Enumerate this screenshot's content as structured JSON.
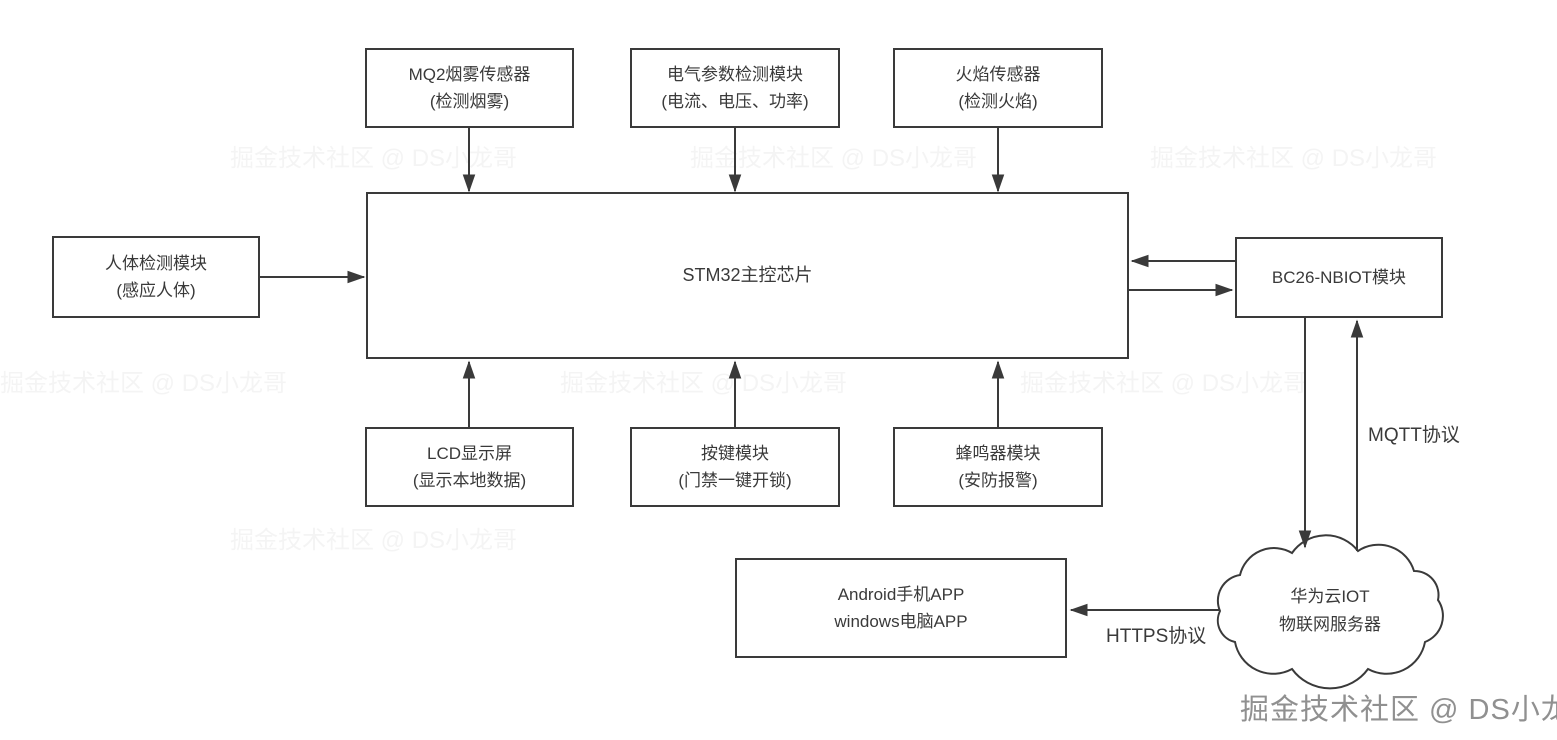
{
  "diagram": {
    "nodes": {
      "mq2": {
        "line1": "MQ2烟雾传感器",
        "line2": "(检测烟雾)"
      },
      "electrical": {
        "line1": "电气参数检测模块",
        "line2": "(电流、电压、功率)"
      },
      "flame": {
        "line1": "火焰传感器",
        "line2": "(检测火焰)"
      },
      "human": {
        "line1": "人体检测模块",
        "line2": "(感应人体)"
      },
      "stm32": {
        "line1": "STM32主控芯片"
      },
      "bc26": {
        "line1": "BC26-NBIOT模块"
      },
      "lcd": {
        "line1": "LCD显示屏",
        "line2": "(显示本地数据)"
      },
      "keypad": {
        "line1": "按键模块",
        "line2": "(门禁一键开锁)"
      },
      "buzzer": {
        "line1": "蜂鸣器模块",
        "line2": "(安防报警)"
      },
      "app": {
        "line1": "Android手机APP",
        "line2": "windows电脑APP"
      },
      "cloud": {
        "line1": "华为云IOT",
        "line2": "物联网服务器"
      }
    },
    "edge_labels": {
      "mqtt": "MQTT协议",
      "https": "HTTPS协议"
    },
    "watermark": "掘金技术社区 @ DS小龙哥",
    "colors": {
      "line": "#3a3a3a",
      "text": "#3a3a3a",
      "background": "#ffffff",
      "watermark": "#909090"
    }
  }
}
